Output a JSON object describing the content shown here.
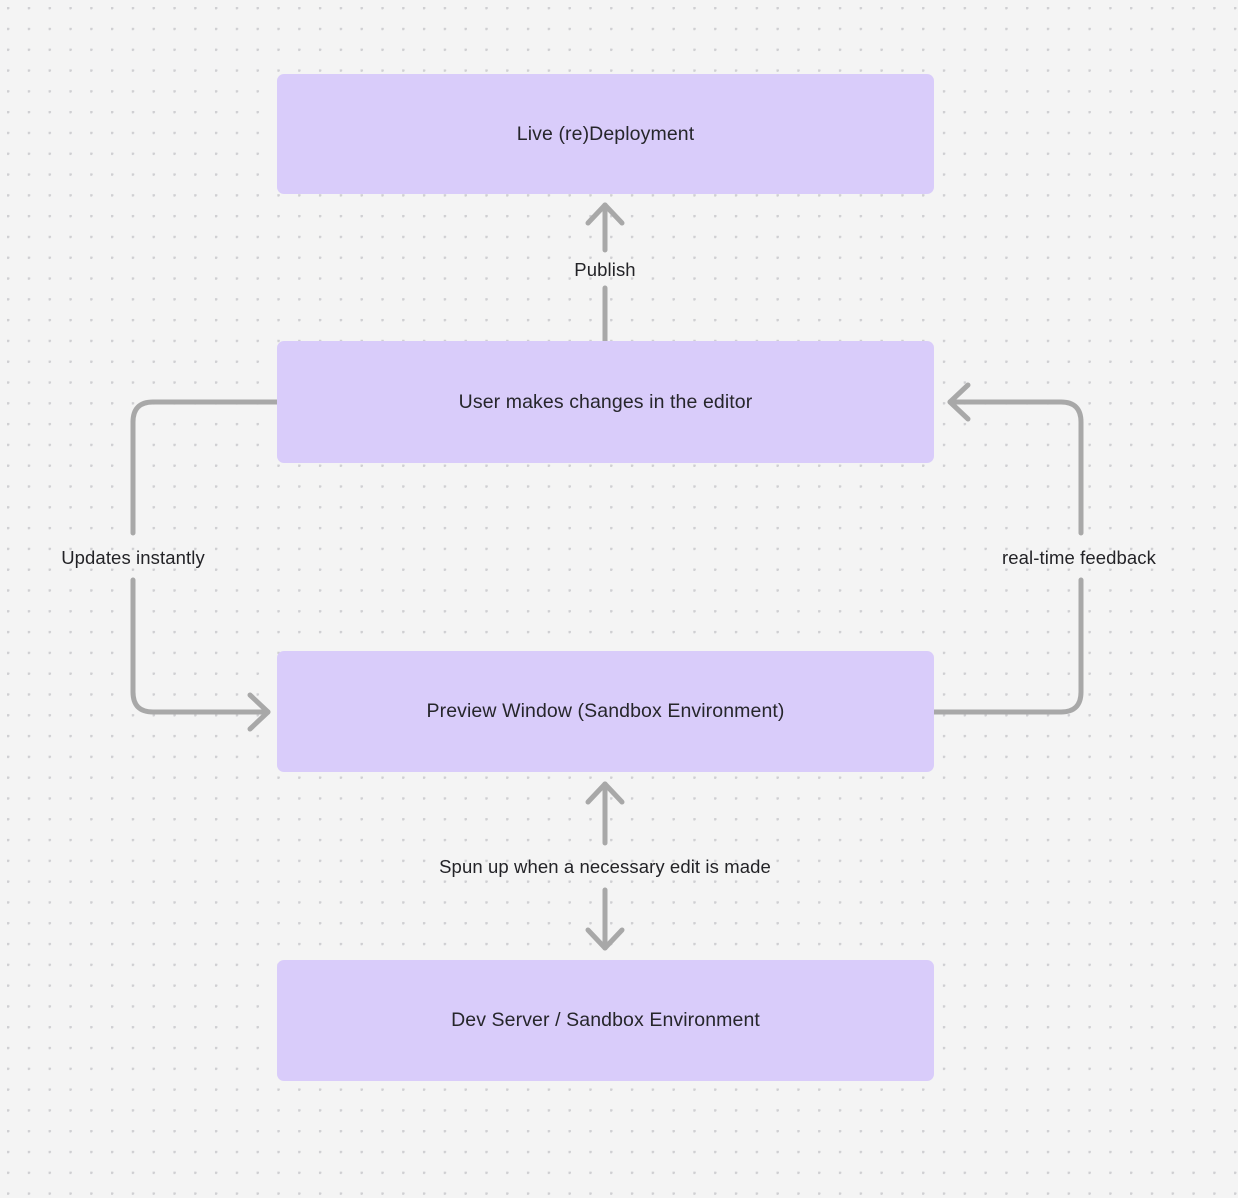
{
  "diagram": {
    "title": "Live Deployment Feedback Loop",
    "background_color": "#f4f4f4",
    "grid": "dotted",
    "node_color": "#d9ccfa",
    "node_text_color": "#26262b",
    "edge_color": "#a8a8a8",
    "edge_label_color": "#232327",
    "nodes": [
      {
        "id": "live-deployment",
        "label": "Live (re)Deployment"
      },
      {
        "id": "user-edits",
        "label": "User makes changes in the editor"
      },
      {
        "id": "preview-window",
        "label": "Preview Window (Sandbox Environment)"
      },
      {
        "id": "dev-server",
        "label": "Dev Server / Sandbox Environment"
      }
    ],
    "edges": [
      {
        "id": "publish",
        "label": "Publish",
        "from": "user-edits",
        "to": "live-deployment",
        "direction": "up"
      },
      {
        "id": "updates-instantly",
        "label": "Updates instantly",
        "from": "user-edits",
        "to": "preview-window",
        "direction": "down-left-loop"
      },
      {
        "id": "real-time-feedback",
        "label": "real-time feedback",
        "from": "preview-window",
        "to": "user-edits",
        "direction": "up-right-loop"
      },
      {
        "id": "spun-up",
        "label": "Spun up when a necessary edit is made",
        "from": "preview-window",
        "to": "dev-server",
        "direction": "bidirectional"
      }
    ]
  }
}
